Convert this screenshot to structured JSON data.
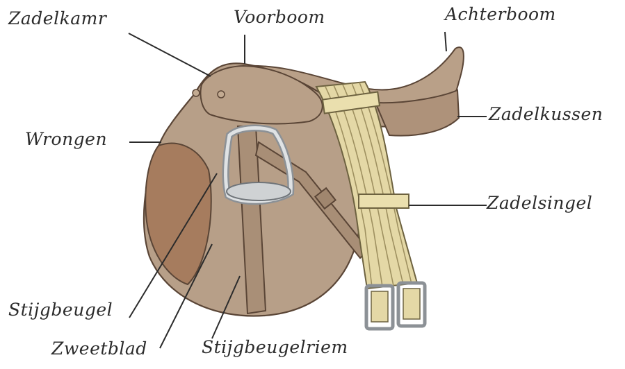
{
  "diagram": {
    "labels": {
      "zadelkamr": "Zadelkamr",
      "voorboom": "Voorboom",
      "achterboom": "Achterboom",
      "zadelkussen": "Zadelkussen",
      "wrongen": "Wrongen",
      "zadelsingel": "Zadelsingel",
      "stijgbeugel": "Stijgbeugel",
      "zweetblad": "Zweetblad",
      "stijgbeugelriem": "Stijgbeugelriem"
    },
    "colors": {
      "leather": "#b79f88",
      "leather_dark": "#a88c73",
      "knee_roll": "#a87d5f",
      "stirrup": "#cfd2d4",
      "girth": "#e4d8a6",
      "line": "#2b2b2b"
    }
  }
}
